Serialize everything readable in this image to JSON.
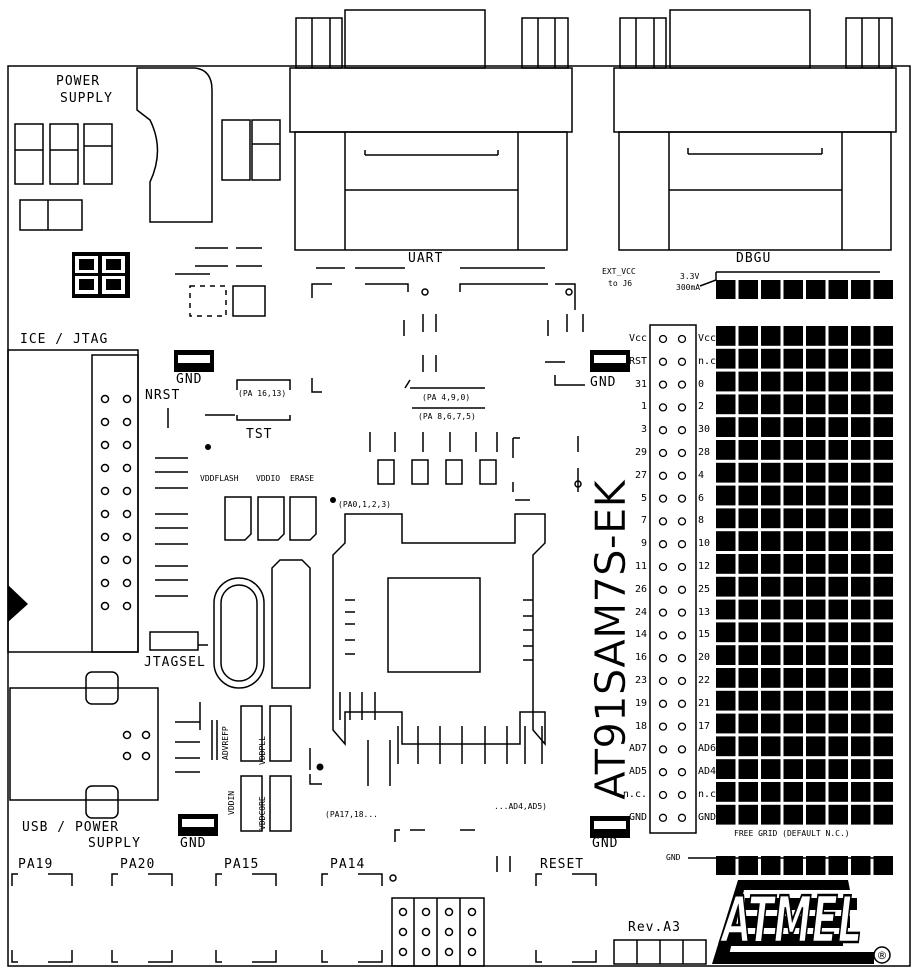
{
  "board": {
    "model": "AT91SAM7S-EK",
    "revision": "Rev.A3",
    "logo": "ATMEL",
    "registered": "®"
  },
  "connectors": {
    "uart": "UART",
    "dbgu": "DBGU",
    "ice_jtag": "ICE / JTAG",
    "usb_power": [
      "USB / POWER",
      "SUPPLY"
    ],
    "power_supply": [
      "POWER",
      "SUPPLY"
    ]
  },
  "labels": {
    "gnd": "GND",
    "nrst": "NRST",
    "tst": "TST",
    "jtagsel": "JTAGSEL",
    "reset": "RESET",
    "ext_vcc": [
      "EXT_VCC",
      "to J6"
    ],
    "supply_rating": [
      "3.3V",
      "300mA"
    ],
    "vddflash": "VDDFLASH",
    "vddio": "VDDIO",
    "erase": "ERASE",
    "advref": "ADVREFP",
    "vddpll": "VDDPLL",
    "vddin": "VDDIN",
    "vddcore": "VDDCORE",
    "pa_16_13": "(PA 16,13)",
    "pa_4_9": "(PA 4,9,0)",
    "pa_8_6": "(PA 8,6,7,5)",
    "pa_0_3": "(PA0,1,2,3)",
    "pa17": "(PA17,18...",
    "ad4": "...AD4,AD5)",
    "free_grid": "FREE GRID (DEFAULT N.C.)",
    "gnd_rail": "GND"
  },
  "buttons": [
    "PA19",
    "PA20",
    "PA15",
    "PA14"
  ],
  "header_left": [
    "Vcc",
    "RST",
    "31",
    "1",
    "3",
    "29",
    "27",
    "5",
    "7",
    "9",
    "11",
    "26",
    "24",
    "14",
    "16",
    "23",
    "19",
    "18",
    "AD7",
    "AD5",
    "n.c.",
    "GND"
  ],
  "header_right": [
    "Vcc",
    "n.c.",
    "0",
    "2",
    "30",
    "28",
    "4",
    "6",
    "8",
    "10",
    "12",
    "25",
    "13",
    "15",
    "20",
    "22",
    "21",
    "17",
    "AD6",
    "AD4",
    "n.c.",
    "GND"
  ]
}
